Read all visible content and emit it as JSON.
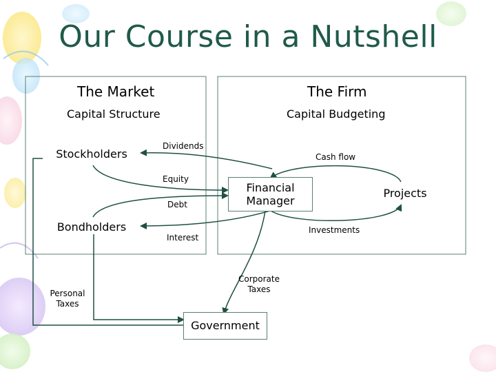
{
  "title": "Our Course in a Nutshell",
  "sections": {
    "market": {
      "title": "The Market",
      "subtitle": "Capital Structure"
    },
    "firm": {
      "title": "The Firm",
      "subtitle": "Capital Budgeting"
    }
  },
  "nodes": {
    "stockholders": "Stockholders",
    "bondholders": "Bondholders",
    "financial_manager": "Financial Manager",
    "projects": "Projects",
    "government": "Government"
  },
  "flows": {
    "dividends": "Dividends",
    "equity": "Equity",
    "debt": "Debt",
    "interest": "Interest",
    "cash_flow": "Cash flow",
    "investments": "Investments",
    "corporate_taxes": "Corporate Taxes",
    "personal_taxes": "Personal Taxes"
  },
  "colors": {
    "title": "#1f5a4a",
    "frame": "#5a8070",
    "arrow": "#1f4f45"
  }
}
